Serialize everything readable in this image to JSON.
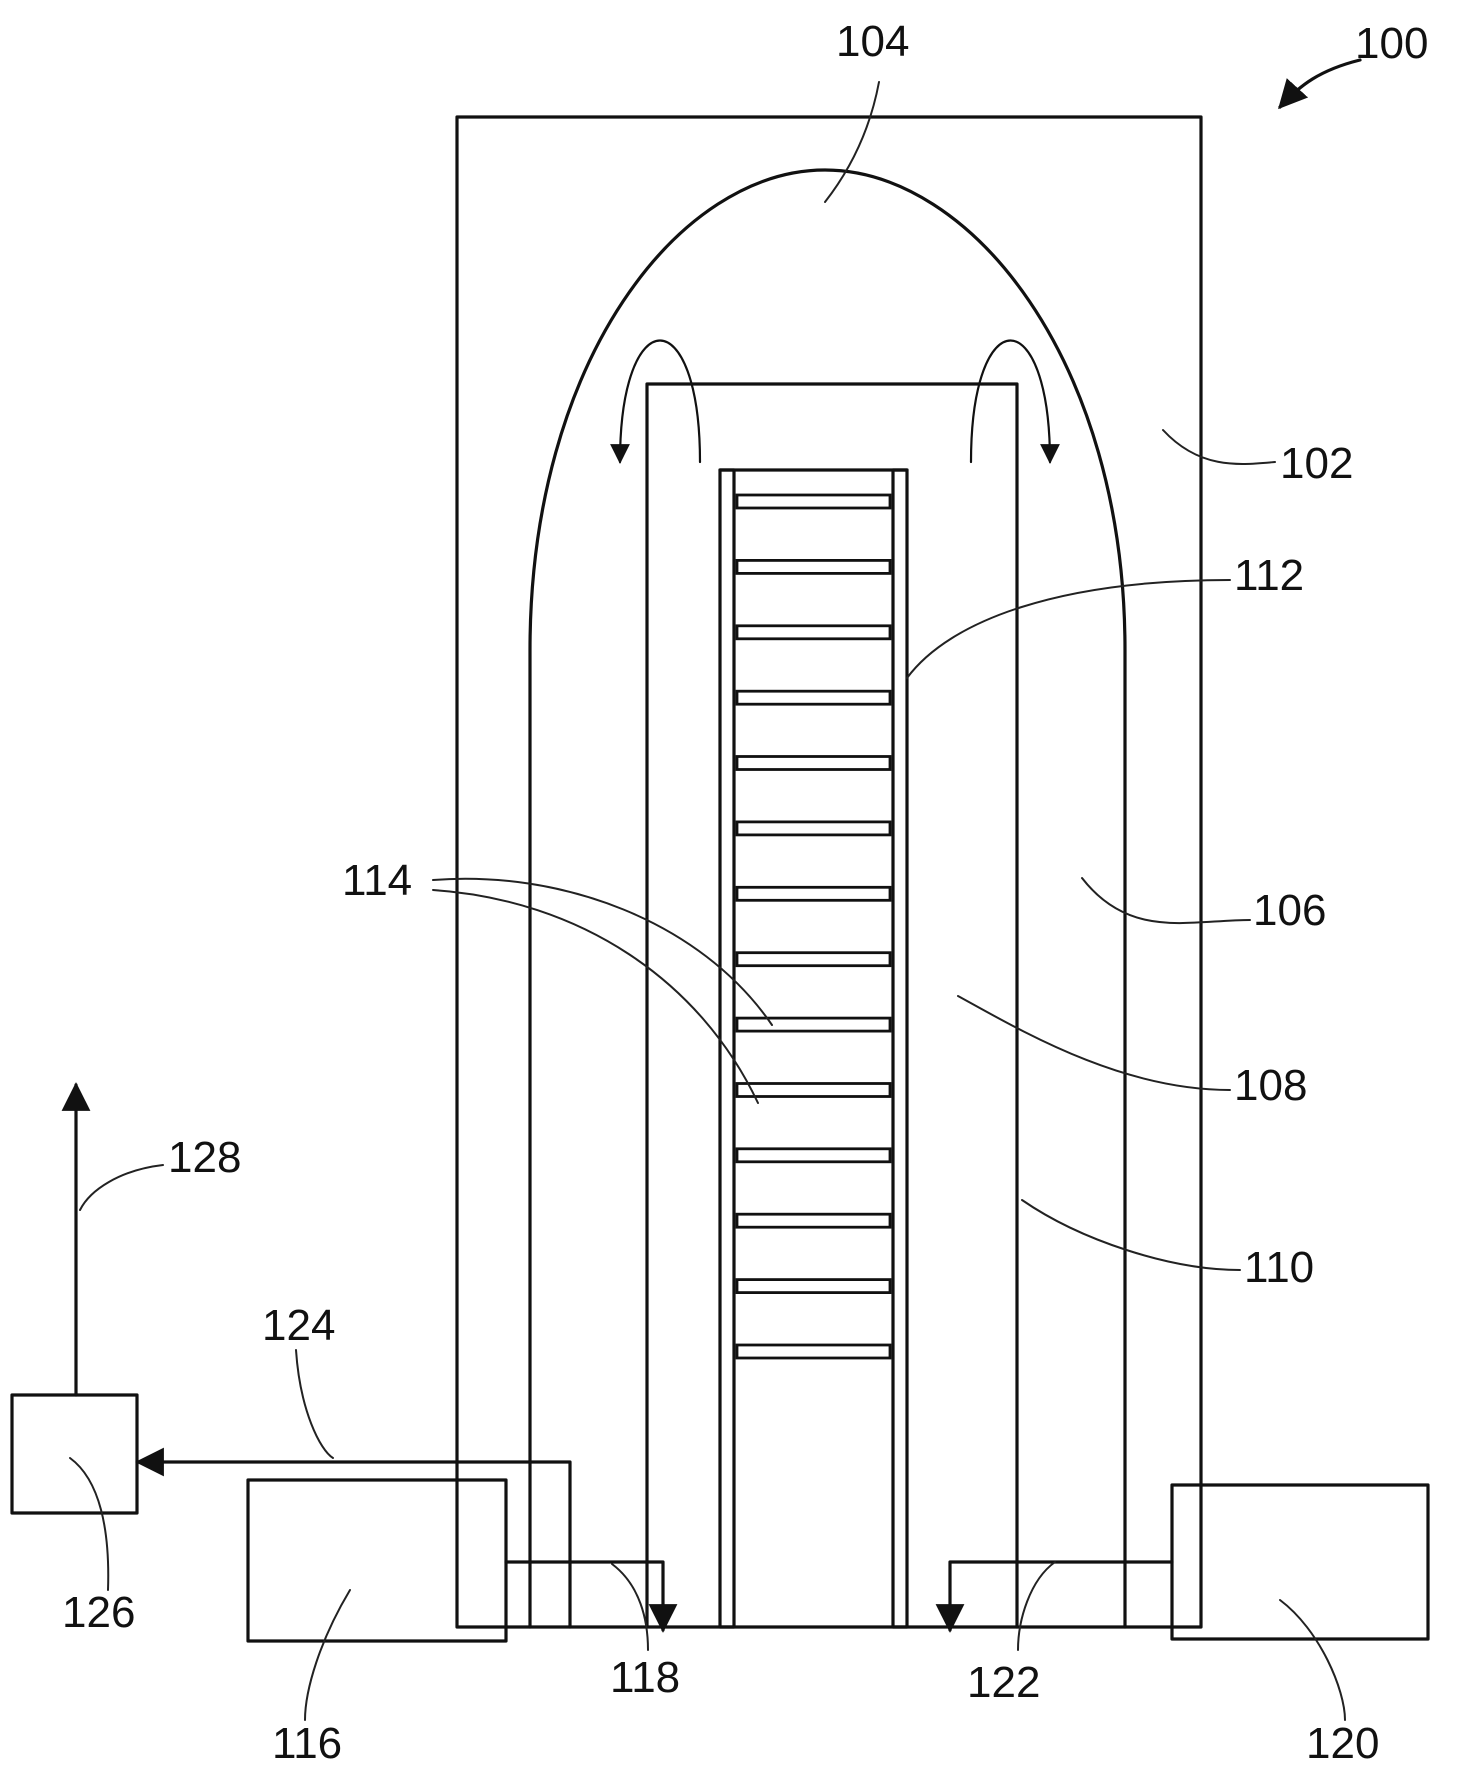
{
  "figure": {
    "labels": {
      "ref_100": "100",
      "ref_102": "102",
      "ref_104": "104",
      "ref_106": "106",
      "ref_108": "108",
      "ref_110": "110",
      "ref_112": "112",
      "ref_114": "114",
      "ref_116": "116",
      "ref_118": "118",
      "ref_120": "120",
      "ref_122": "122",
      "ref_124": "124",
      "ref_126": "126",
      "ref_128": "128"
    },
    "wafer_count": 14,
    "ink_color": "#111111",
    "background_color": "#ffffff"
  }
}
